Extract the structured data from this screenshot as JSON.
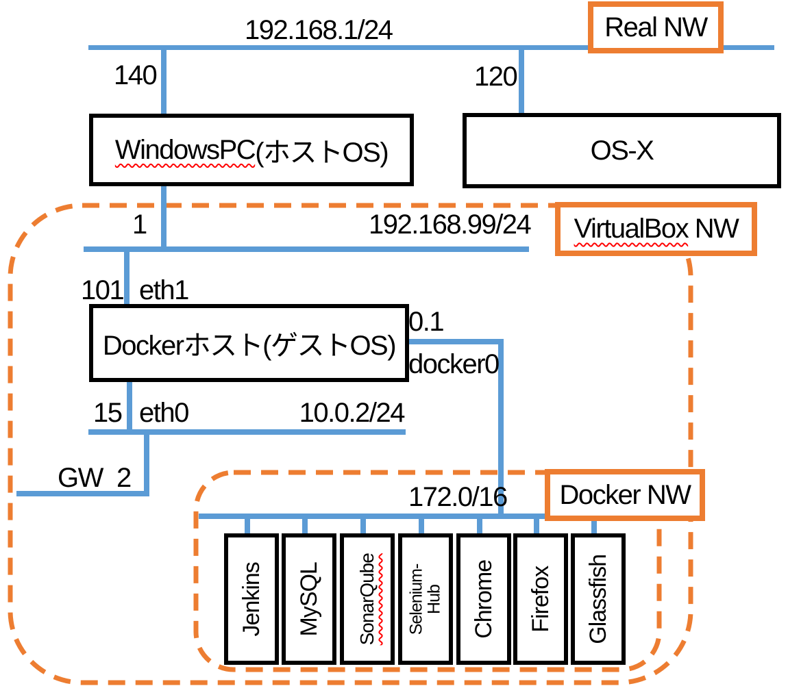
{
  "colors": {
    "blue": "#5B9BD5",
    "orange": "#ED7D31",
    "black": "#000000",
    "squiggle": "#FF0000",
    "background": "#FFFFFF"
  },
  "real_network": {
    "tag": "Real NW",
    "subnet": "192.168.1/24"
  },
  "virtualbox_network": {
    "tag_main": "VirtualBox",
    "tag_suffix": " NW",
    "subnet": "192.168.99/24"
  },
  "nat_network": {
    "subnet": "10.0.2/24"
  },
  "docker_network": {
    "tag": "Docker NW",
    "subnet": "172.0/16"
  },
  "nodes": {
    "windows_pc": {
      "name": "WindowsPC",
      "name_suffix": "(ホストOS)",
      "real_ip": "140",
      "vbox_ip": "1"
    },
    "os_x": {
      "name": "OS-X",
      "real_ip": "120"
    },
    "docker_host": {
      "name": "Dockerホスト(ゲストOS)",
      "eth1_label": "eth1",
      "eth1_ip": "101",
      "eth0_label": "eth0",
      "eth0_ip": "15",
      "docker0_label": "docker0",
      "docker0_ip": "0.1",
      "gateway_label": "GW",
      "gateway_ip": "2"
    }
  },
  "containers": [
    {
      "name": "Jenkins"
    },
    {
      "name": "MySQL"
    },
    {
      "name": "SonarQube"
    },
    {
      "name": "Selenium-\nHub"
    },
    {
      "name": "Chrome"
    },
    {
      "name": "Firefox"
    },
    {
      "name": "Glassfish"
    }
  ]
}
